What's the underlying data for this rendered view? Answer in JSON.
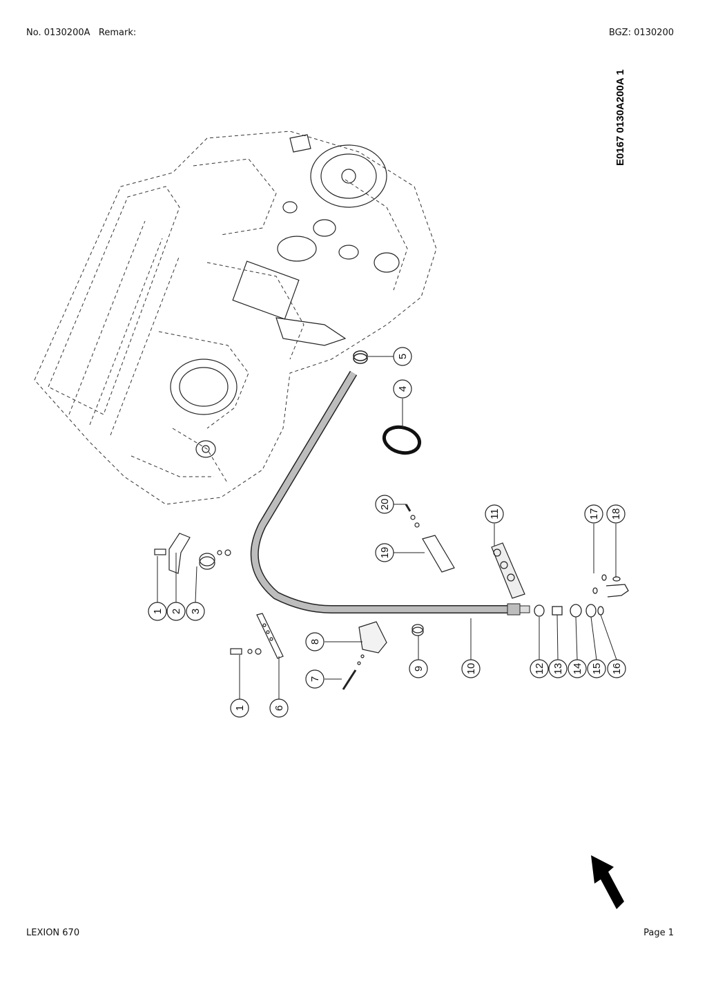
{
  "header": {
    "number": "No. 0130200A",
    "remark_label": "Remark:",
    "bgz": "BGZ: 0130200"
  },
  "footer": {
    "model": "LEXION 670",
    "page": "Page 1"
  },
  "drawing": {
    "reference_code": "E0167 0130A200A 1",
    "callouts": [
      "1",
      "2",
      "3",
      "4",
      "5",
      "6",
      "7",
      "8",
      "9",
      "10",
      "11",
      "12",
      "13",
      "14",
      "15",
      "16",
      "17",
      "18",
      "19",
      "20",
      "1"
    ],
    "arrow_icon": "north-arrow-icon"
  }
}
